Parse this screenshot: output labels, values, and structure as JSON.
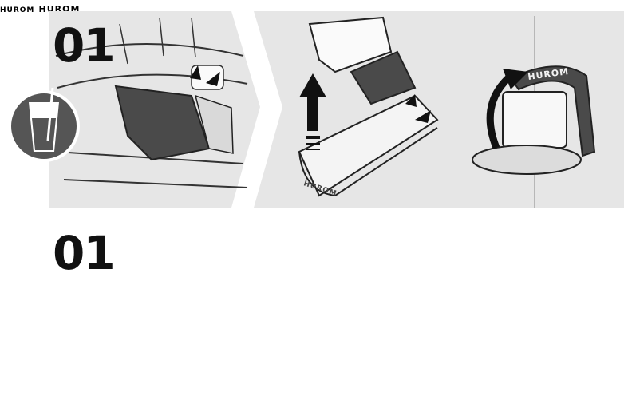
{
  "steps": [
    {
      "number": "01",
      "mode_icon": "drink-cup-icon"
    },
    {
      "number": "01",
      "mode_icon": "ice-cream-cone-icon"
    }
  ],
  "brand_text": "HUROM",
  "colors": {
    "panel": "#e6e6e6",
    "dark_part": "#4a4a4a",
    "outline": "#222222",
    "badge": "#555555",
    "arrow": "#111111"
  }
}
